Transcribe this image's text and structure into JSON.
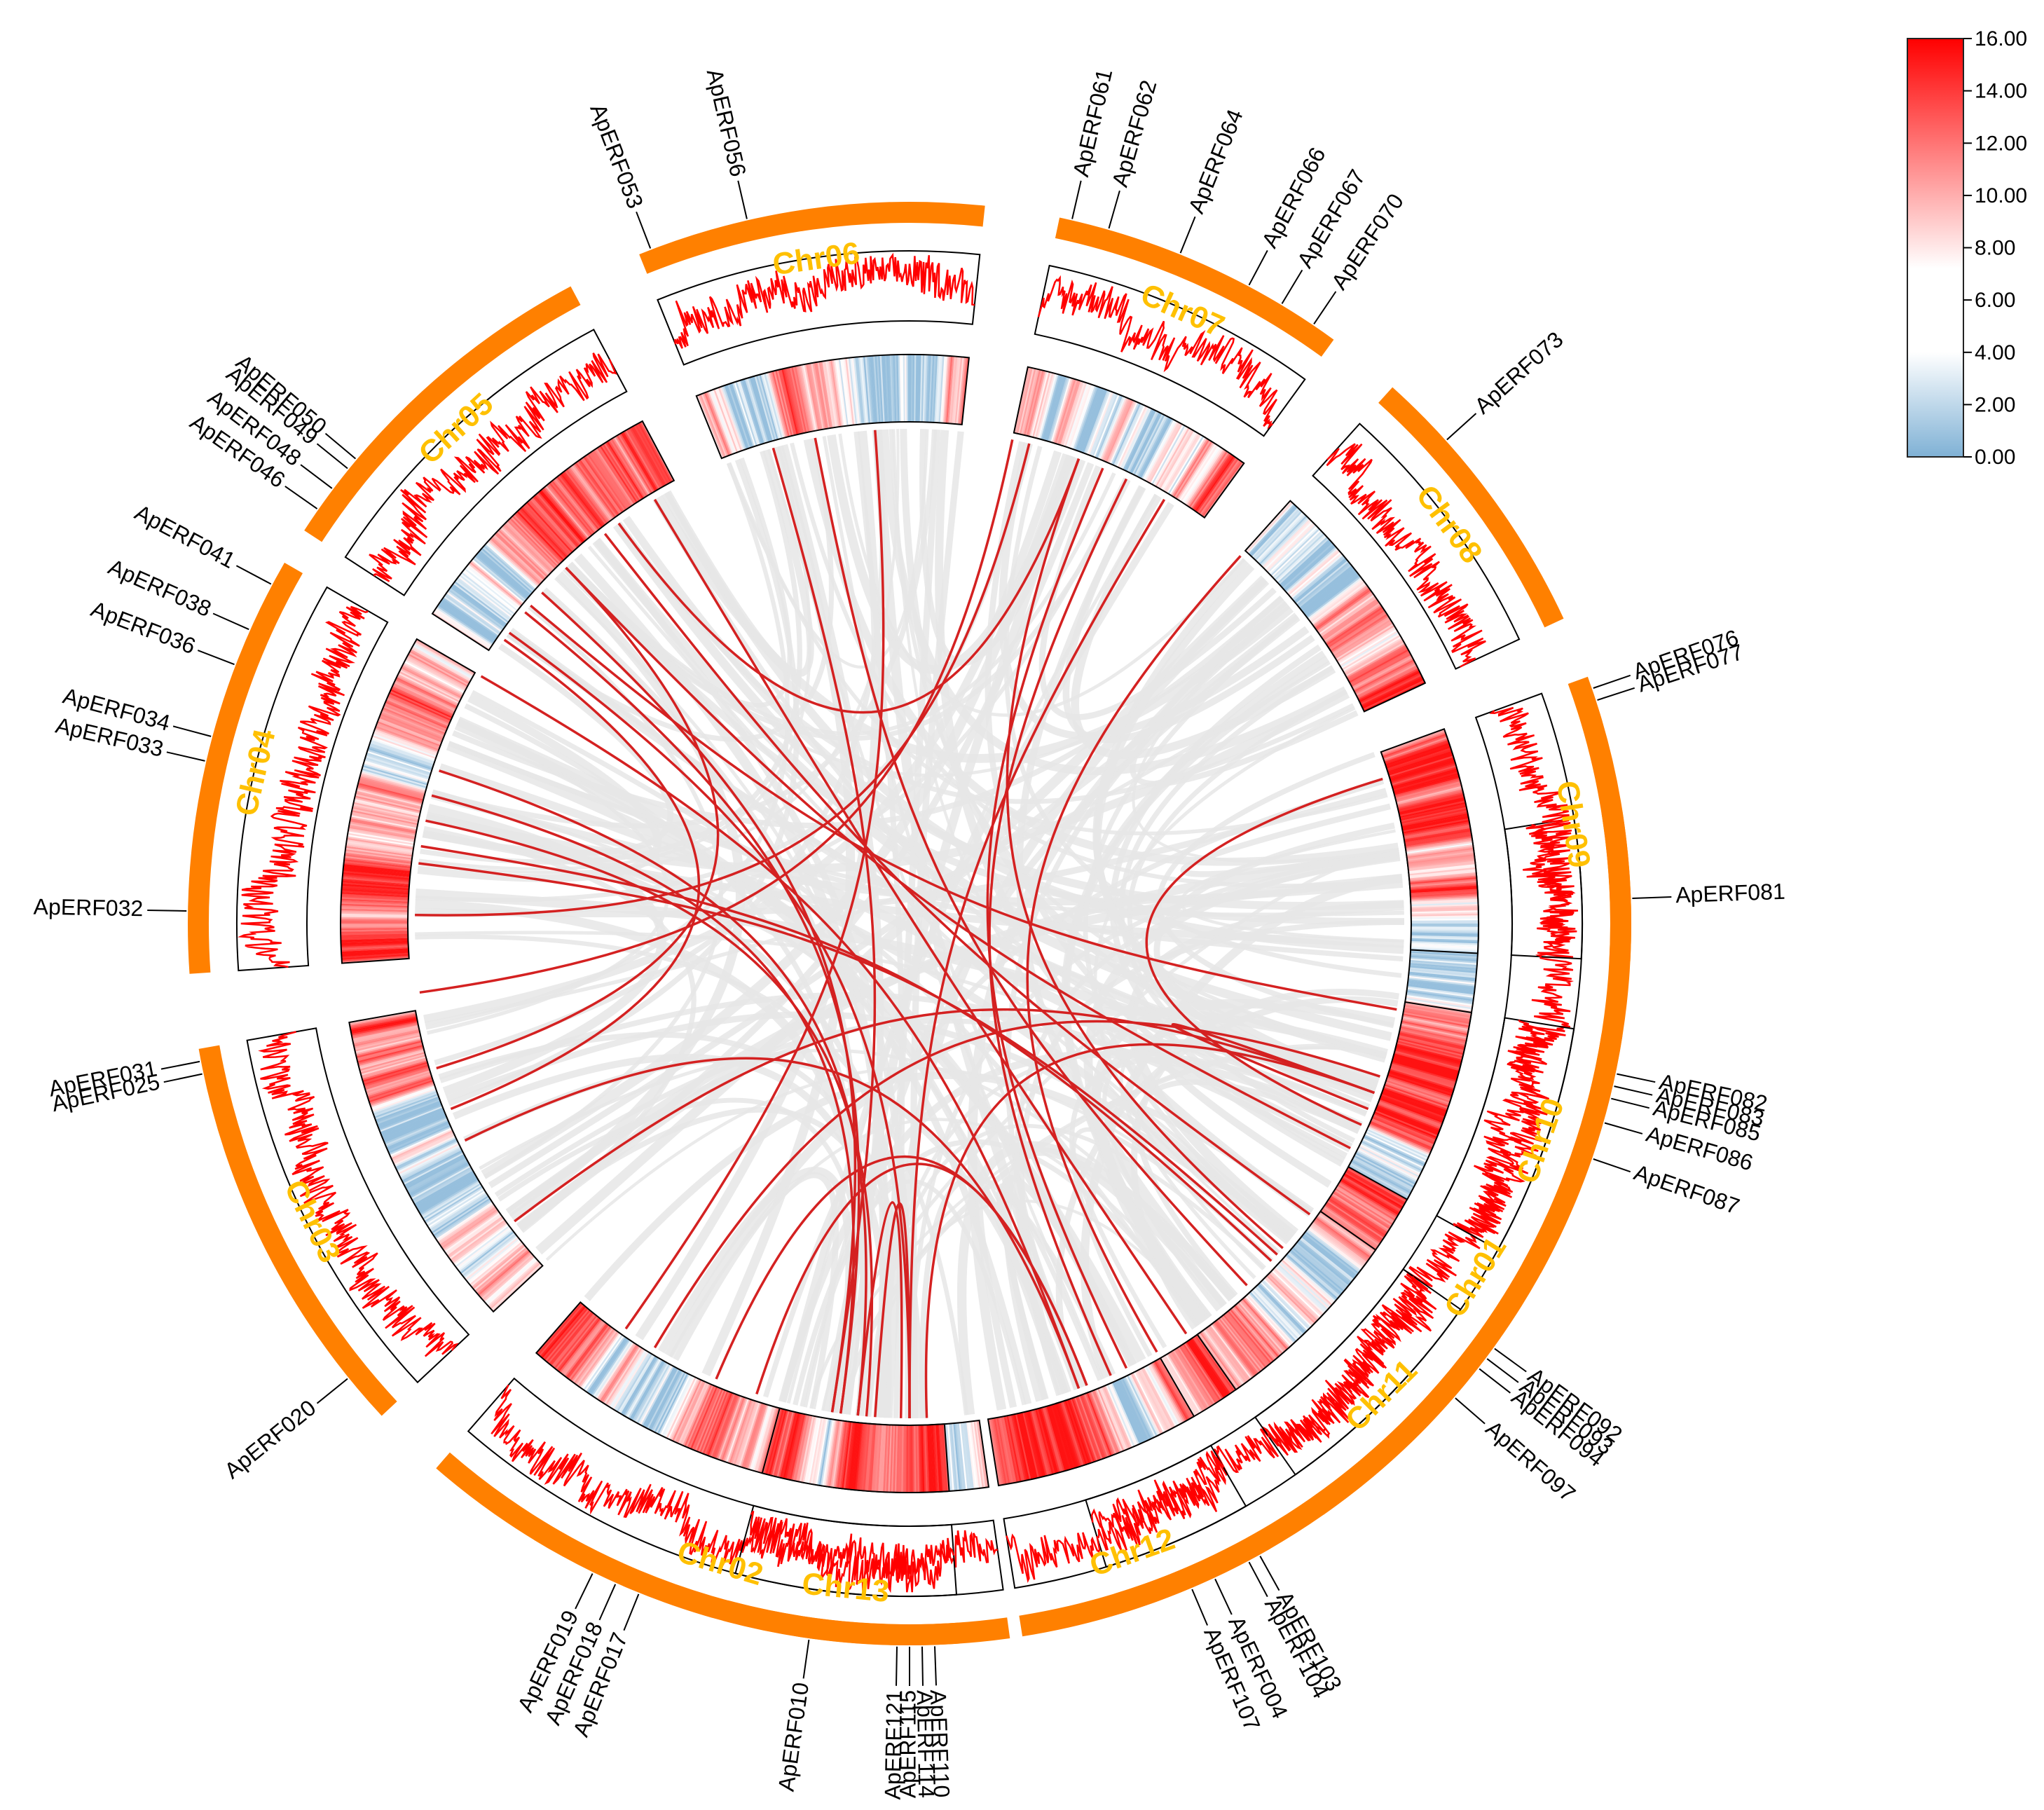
{
  "chromosomes": [
    {
      "name": "Chr01",
      "start_deg": 81,
      "end_deg": 163
    },
    {
      "name": "Chr02",
      "start_deg": 172,
      "end_deg": 221
    },
    {
      "name": "Chr03",
      "start_deg": 227,
      "end_deg": 260
    },
    {
      "name": "Chr04",
      "start_deg": 266,
      "end_deg": 300
    },
    {
      "name": "Chr05",
      "start_deg": 303,
      "end_deg": 332
    },
    {
      "name": "Chr06",
      "start_deg": 338,
      "end_deg": 366
    },
    {
      "name": "Chr07",
      "start_deg": 372,
      "end_deg": 396
    },
    {
      "name": "Chr08",
      "start_deg": 402,
      "end_deg": 425
    },
    {
      "name": "Chr09",
      "start_deg": 430,
      "end_deg": 453
    },
    {
      "name": "Chr10",
      "start_deg": 459,
      "end_deg": 479
    },
    {
      "name": "Chr11",
      "start_deg": 485,
      "end_deg": 505
    },
    {
      "name": "Chr12",
      "start_deg": 510,
      "end_deg": 531
    },
    {
      "name": "Chr13",
      "start_deg": 536,
      "end_deg": 555
    }
  ],
  "genes": [
    {
      "name": "ApERF004",
      "deg": 155
    },
    {
      "name": "ApERF010",
      "deg": 188
    },
    {
      "name": "ApERF017",
      "deg": 202
    },
    {
      "name": "ApERF018",
      "deg": 204
    },
    {
      "name": "ApERF019",
      "deg": 206
    },
    {
      "name": "ApERF020",
      "deg": 231
    },
    {
      "name": "ApERF025",
      "deg": 258
    },
    {
      "name": "ApERF031",
      "deg": 259
    },
    {
      "name": "ApERF032",
      "deg": 271
    },
    {
      "name": "ApERF033",
      "deg": 283
    },
    {
      "name": "ApERF034",
      "deg": 285
    },
    {
      "name": "ApERF036",
      "deg": 291
    },
    {
      "name": "ApERF038",
      "deg": 294
    },
    {
      "name": "ApERF041",
      "deg": 298
    },
    {
      "name": "ApERF046",
      "deg": 305
    },
    {
      "name": "ApERF048",
      "deg": 307
    },
    {
      "name": "ApERF049",
      "deg": 309
    },
    {
      "name": "ApERF050",
      "deg": 310
    },
    {
      "name": "ApERF053",
      "deg": 339
    },
    {
      "name": "ApERF056",
      "deg": 347
    },
    {
      "name": "ApERF061",
      "deg": 373
    },
    {
      "name": "ApERF062",
      "deg": 376
    },
    {
      "name": "ApERF064",
      "deg": 382
    },
    {
      "name": "ApERF066",
      "deg": 388
    },
    {
      "name": "ApERF067",
      "deg": 391
    },
    {
      "name": "ApERF070",
      "deg": 394
    },
    {
      "name": "ApERF073",
      "deg": 408
    },
    {
      "name": "ApERF076",
      "deg": 431
    },
    {
      "name": "ApERF077",
      "deg": 432
    },
    {
      "name": "ApERF081",
      "deg": 448
    },
    {
      "name": "ApERF082",
      "deg": 462
    },
    {
      "name": "ApERF083",
      "deg": 463
    },
    {
      "name": "ApERF085",
      "deg": 464
    },
    {
      "name": "ApERF086",
      "deg": 466
    },
    {
      "name": "ApERF087",
      "deg": 469
    },
    {
      "name": "ApERF092",
      "deg": 486
    },
    {
      "name": "ApERF093",
      "deg": 487
    },
    {
      "name": "ApERF094",
      "deg": 488
    },
    {
      "name": "ApERF097",
      "deg": 491
    },
    {
      "name": "ApERF103",
      "deg": 511
    },
    {
      "name": "ApERF104",
      "deg": 512
    },
    {
      "name": "ApERF107",
      "deg": 517
    },
    {
      "name": "ApERF110",
      "deg": 538
    },
    {
      "name": "ApERF114",
      "deg": 539
    },
    {
      "name": "ApERF115",
      "deg": 540
    },
    {
      "name": "ApERF121",
      "deg": 541
    }
  ],
  "links": [
    [
      100,
      310
    ],
    [
      112,
      470
    ],
    [
      126,
      322
    ],
    [
      146,
      329
    ],
    [
      150,
      402
    ],
    [
      178,
      470
    ],
    [
      184,
      540
    ],
    [
      186,
      541
    ],
    [
      198,
      519
    ],
    [
      203,
      519
    ],
    [
      211,
      468
    ],
    [
      215,
      356
    ],
    [
      233,
      470
    ],
    [
      244,
      520
    ],
    [
      248,
      305
    ],
    [
      253,
      316
    ],
    [
      262,
      372
    ],
    [
      271,
      374
    ],
    [
      277,
      492
    ],
    [
      279,
      493
    ],
    [
      282,
      545
    ],
    [
      285,
      548
    ],
    [
      288,
      546
    ],
    [
      300,
      520
    ],
    [
      306,
      540
    ],
    [
      309,
      548
    ],
    [
      312,
      549
    ],
    [
      316,
      477
    ],
    [
      324,
      380
    ],
    [
      344,
      549
    ],
    [
      349,
      497
    ],
    [
      380,
      491
    ],
    [
      383,
      514
    ],
    [
      386,
      516
    ],
    [
      391,
      540
    ],
    [
      433,
      474
    ]
  ],
  "legend": {
    "ticks": [
      "16.00",
      "14.00",
      "12.00",
      "10.00",
      "8.00",
      "6.00",
      "4.00",
      "2.00",
      "0.00"
    ]
  },
  "colors": {
    "chromosome": "#FF8000",
    "chromosome_label": "#FFC000",
    "density_line": "#FF0000",
    "link_highlight": "#D42121",
    "link_background": "#E6E6E6",
    "heat_high": "#FF0000",
    "heat_mid": "#FFFFFF",
    "heat_low": "#7FB1D5"
  }
}
